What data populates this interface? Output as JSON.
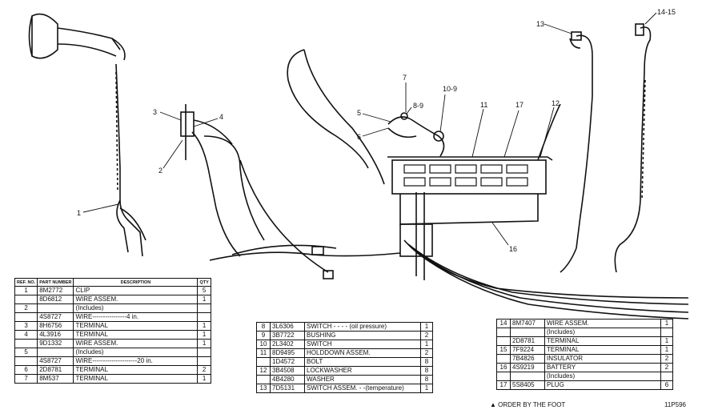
{
  "callouts": [
    "1",
    "2",
    "3",
    "4",
    "5",
    "6",
    "7",
    "8-9",
    "10-9",
    "11",
    "12",
    "13",
    "14-15",
    "16",
    "17"
  ],
  "table_left": {
    "headers": [
      "REF. NO.",
      "PART NUMBER",
      "DESCRIPTION",
      "QTY"
    ],
    "rows": [
      {
        "ref": "1",
        "part": "8M2772",
        "desc": "CLIP",
        "qty": "5"
      },
      {
        "ref": "",
        "part": "8D6812",
        "desc": "WIRE ASSEM.",
        "qty": "1"
      },
      {
        "ref": "2",
        "part": "",
        "desc": "(Includes)",
        "qty": ""
      },
      {
        "ref": "",
        "part": "4S8727",
        "desc": "WIRE----------------4 in.",
        "qty": ""
      },
      {
        "ref": "3",
        "part": "8H6756",
        "desc": "TERMINAL",
        "qty": "1"
      },
      {
        "ref": "4",
        "part": "4L3916",
        "desc": "TERMINAL",
        "qty": "1"
      },
      {
        "ref": "",
        "part": "9D1332",
        "desc": "WIRE ASSEM.",
        "qty": "1"
      },
      {
        "ref": "5",
        "part": "",
        "desc": "(Includes)",
        "qty": ""
      },
      {
        "ref": "",
        "part": "4S8727",
        "desc": "WIRE---------------------20 in.",
        "qty": ""
      },
      {
        "ref": "6",
        "part": "2D8781",
        "desc": "TERMINAL",
        "qty": "2"
      },
      {
        "ref": "7",
        "part": "8M537",
        "desc": "TERMINAL",
        "qty": "1"
      }
    ]
  },
  "table_middle": {
    "rows": [
      {
        "ref": "8",
        "part": "3L6306",
        "desc": "SWITCH - - - - (oil pressure)",
        "qty": "1"
      },
      {
        "ref": "9",
        "part": "3B7722",
        "desc": "BUSHING",
        "qty": "2"
      },
      {
        "ref": "10",
        "part": "2L3402",
        "desc": "SWITCH",
        "qty": "1"
      },
      {
        "ref": "11",
        "part": "8D9495",
        "desc": "HOLDDOWN ASSEM.",
        "qty": "2"
      },
      {
        "ref": "",
        "part": "1D4572",
        "desc": "BOLT",
        "qty": "8"
      },
      {
        "ref": "12",
        "part": "3B4508",
        "desc": "LOCKWASHER",
        "qty": "8"
      },
      {
        "ref": "",
        "part": "4B4280",
        "desc": "WASHER",
        "qty": "8"
      },
      {
        "ref": "13",
        "part": "7D5131",
        "desc": "SWITCH ASSEM. - -(temperature)",
        "qty": "1"
      }
    ]
  },
  "table_right": {
    "rows": [
      {
        "ref": "14",
        "part": "8M7407",
        "desc": "WIRE ASSEM.",
        "qty": "1"
      },
      {
        "ref": "",
        "part": "",
        "desc": "(Includes)",
        "qty": ""
      },
      {
        "ref": "",
        "part": "2D8781",
        "desc": "TERMINAL",
        "qty": "1"
      },
      {
        "ref": "15",
        "part": "7F9224",
        "desc": "TERMINAL",
        "qty": "1"
      },
      {
        "ref": "",
        "part": "7B4826",
        "desc": "INSULATOR",
        "qty": "2"
      },
      {
        "ref": "16",
        "part": "4S9219",
        "desc": "BATTERY",
        "qty": "2"
      },
      {
        "ref": "",
        "part": "",
        "desc": "(Includes)",
        "qty": ""
      },
      {
        "ref": "17",
        "part": "5S8405",
        "desc": "PLUG",
        "qty": "6"
      }
    ]
  },
  "footnote": "▲ ORDER BY THE FOOT",
  "figure_number": "11P596"
}
